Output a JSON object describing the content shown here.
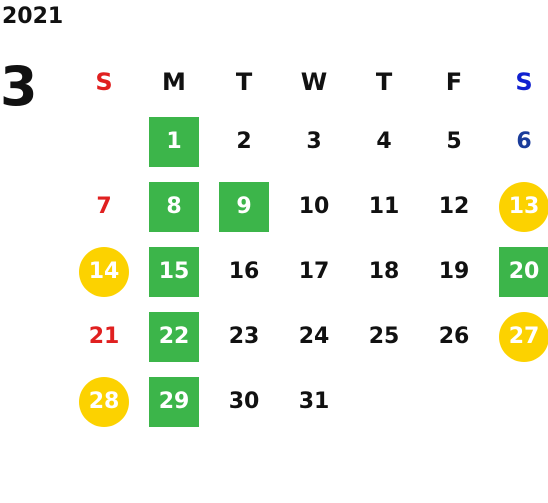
{
  "calendar": {
    "year": "2021",
    "month": "3",
    "weekdays": [
      "S",
      "M",
      "T",
      "W",
      "T",
      "F",
      "S"
    ],
    "weeks": [
      [
        "",
        "1",
        "2",
        "3",
        "4",
        "5",
        "6"
      ],
      [
        "7",
        "8",
        "9",
        "10",
        "11",
        "12",
        "13"
      ],
      [
        "14",
        "15",
        "16",
        "17",
        "18",
        "19",
        "20"
      ],
      [
        "21",
        "22",
        "23",
        "24",
        "25",
        "26",
        "27"
      ],
      [
        "28",
        "29",
        "30",
        "31",
        "",
        "",
        ""
      ]
    ],
    "highlights": {
      "green": [
        "1",
        "8",
        "9",
        "15",
        "20",
        "22",
        "29"
      ],
      "yellow": [
        "13",
        "14",
        "27",
        "28"
      ]
    },
    "colors": {
      "green": "#3cb54a",
      "yellow": "#fcd200",
      "sunday": "#e02020",
      "saturday": "#1a3c9a",
      "saturday_header": "#1020d0"
    }
  }
}
